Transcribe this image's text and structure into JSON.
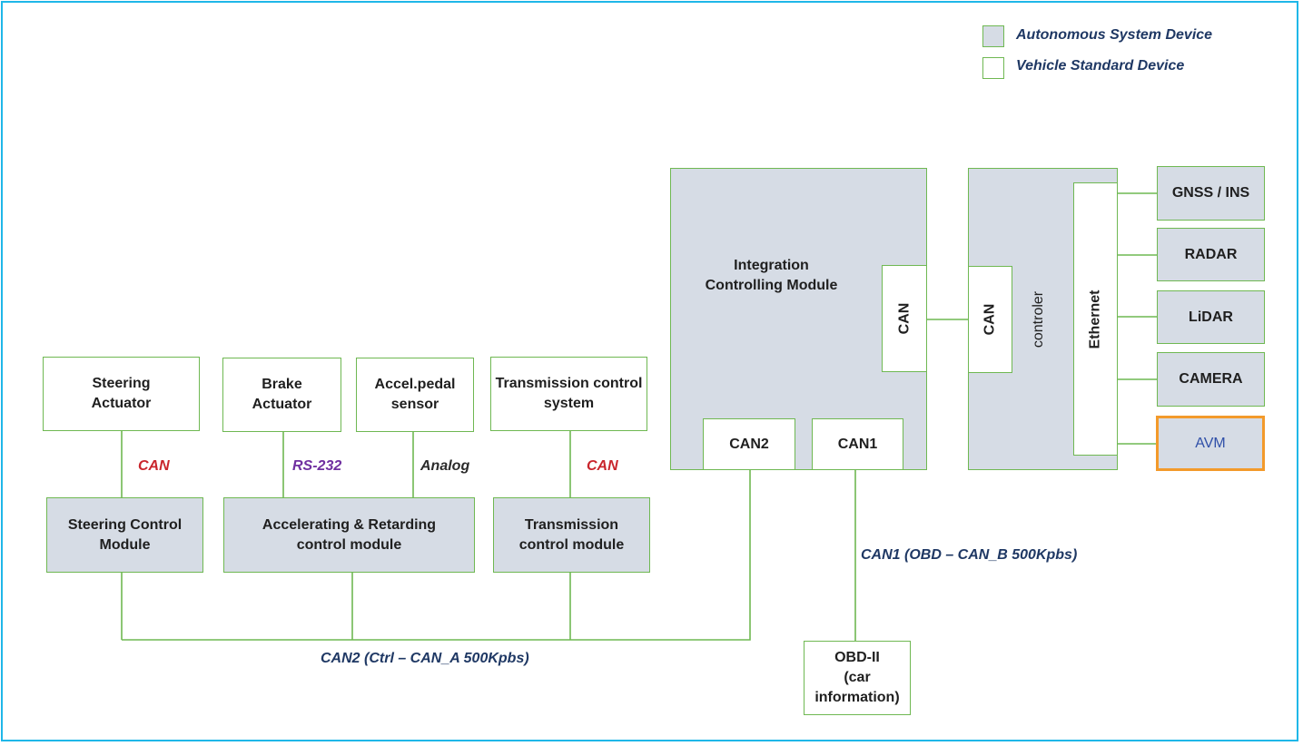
{
  "legend": {
    "autonomous_label": "Autonomous System Device",
    "standard_label": "Vehicle Standard Device",
    "autonomous_color": "#d6dce5",
    "standard_color": "#ffffff",
    "border_color": "#6fb852"
  },
  "actuators": {
    "steering": "Steering\nActuator",
    "brake": "Brake\nActuator",
    "accel_pedal": "Accel.pedal\nsensor",
    "transmission_system": "Transmission control\nsystem"
  },
  "modules": {
    "steering_control": "Steering Control\nModule",
    "accel_retard": "Accelerating & Retarding\ncontrol module",
    "transmission_control": "Transmission\ncontrol module"
  },
  "links": {
    "steering": "CAN",
    "brake": "RS-232",
    "accel": "Analog",
    "transmission": "CAN",
    "can2_bus": "CAN2 (Ctrl – CAN_A 500Kpbs)",
    "can1_bus": "CAN1 (OBD – CAN_B 500Kpbs)"
  },
  "integration": {
    "title": "Integration\nControlling Module",
    "can_port": "CAN",
    "can2_port": "CAN2",
    "can1_port": "CAN1"
  },
  "controller": {
    "can_port": "CAN",
    "label": "controler",
    "ethernet": "Ethernet"
  },
  "sensors": [
    "GNSS / INS",
    "RADAR",
    "LiDAR",
    "CAMERA",
    "AVM"
  ],
  "obd": "OBD-II\n(car\ninformation)",
  "colors": {
    "frame": "#1fb7e8",
    "wire": "#6fb852",
    "avm_border": "#f39a2b"
  }
}
